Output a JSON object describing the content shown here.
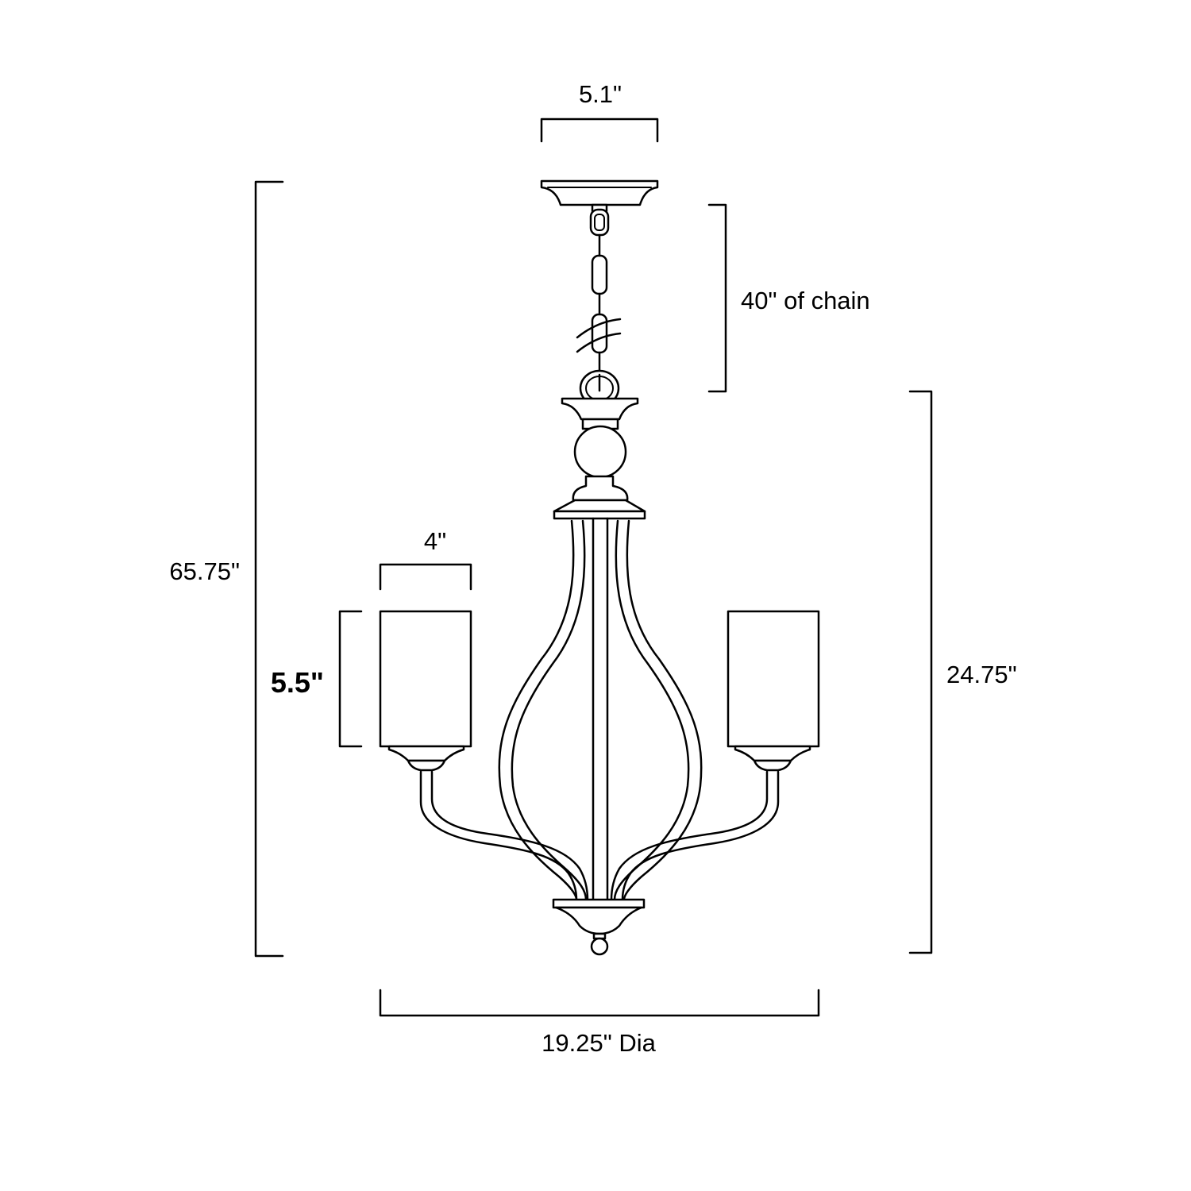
{
  "dimensions": {
    "canopy_width": "5.1\"",
    "chain_length": "40\" of chain",
    "overall_height": "65.75\"",
    "fixture_height": "24.75\"",
    "shade_width": "4\"",
    "shade_height": "5.5\"",
    "diameter": "19.25\" Dia"
  },
  "colors": {
    "line": "#000000",
    "background": "#ffffff"
  }
}
